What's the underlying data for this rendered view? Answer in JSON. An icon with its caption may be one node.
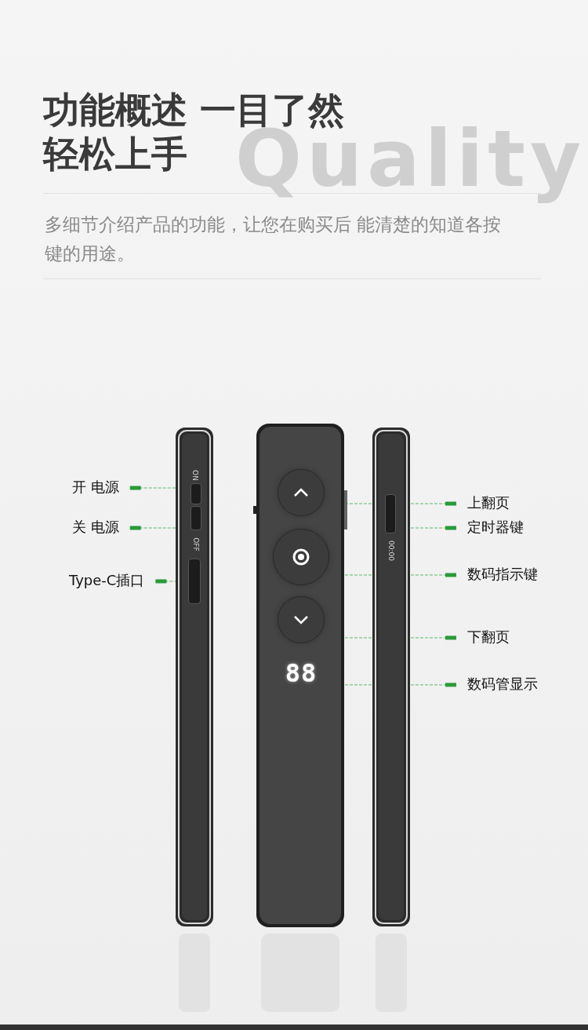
{
  "diagram": {
    "title": "功能概述 一目了然轻松上手",
    "nodes": [
      {
        "text": [
          "开 电源"
        ]
      },
      {
        "text": [
          "关 电源"
        ]
      },
      {
        "text": [
          "Type-C插口"
        ]
      },
      {
        "text": [],
        "shape": "box"
      },
      {
        "text": [],
        "shape": "box"
      },
      {
        "text": [],
        "shape": "box"
      },
      {
        "text": [],
        "shape": "circle"
      },
      {
        "text": [],
        "shape": "circle"
      },
      {
        "text": [],
        "shape": "circle"
      },
      {
        "text": [
          "88"
        ]
      },
      {
        "text": [
          "上翻页"
        ]
      },
      {
        "text": [
          "定时器键"
        ]
      },
      {
        "text": [
          "数码指示键"
        ]
      },
      {
        "text": [
          "下翻页"
        ]
      },
      {
        "text": [
          "数码管显示"
        ]
      },
      {
        "text": [],
        "shape": "box"
      }
    ],
    "edges": [
      {
        "from": 0,
        "to": 3,
        "arrow": "other"
      },
      {
        "from": 1,
        "to": 4,
        "arrow": "other"
      },
      {
        "from": 2,
        "to": 5,
        "arrow": "other"
      },
      {
        "from": 10,
        "to": 6,
        "arrow": "other"
      },
      {
        "from": 11,
        "to": 15,
        "arrow": "other"
      },
      {
        "from": 12,
        "to": 7,
        "arrow": "other"
      },
      {
        "from": 13,
        "to": 8,
        "arrow": "other"
      },
      {
        "from": 14,
        "to": 9,
        "arrow": "other"
      }
    ],
    "labels": [
      "Quality",
      "多细节介绍产品的功能，让您在购买后 能清楚的知道各按键的用途。",
      "ON",
      "OFF",
      "00:00"
    ]
  }
}
